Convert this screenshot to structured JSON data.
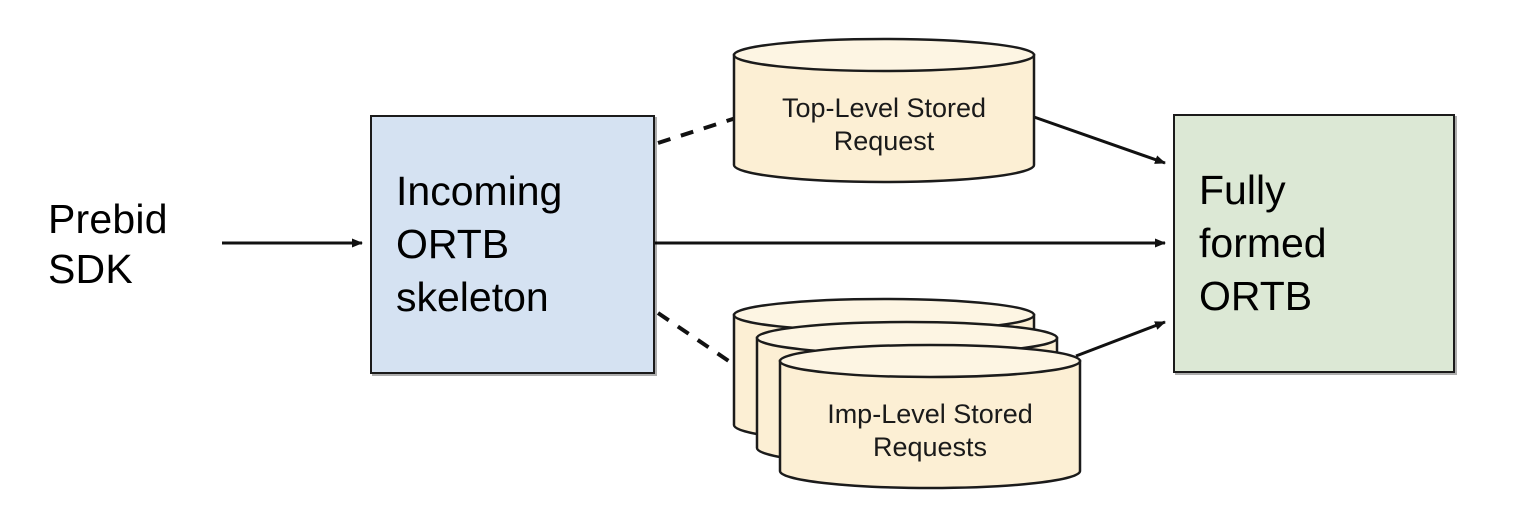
{
  "diagram": {
    "title": "Prebid SDK stored request merge flow",
    "background": "#ffffff",
    "colors": {
      "blue_fill": "#d5e2f2",
      "green_fill": "#dce8d5",
      "cream_fill": "#fcefd4",
      "stroke": "#1b1b1b",
      "text": "#000000"
    },
    "nodes": {
      "prebid_sdk": {
        "label": "Prebid\nSDK",
        "type": "text"
      },
      "incoming_ortb": {
        "label": "Incoming\nORTB\nskeleton",
        "type": "rectangle",
        "fill": "#d5e2f2"
      },
      "top_level_stored_request": {
        "label": "Top-Level Stored\nRequest",
        "type": "cylinder",
        "fill": "#fcefd4"
      },
      "imp_level_stored_requests": {
        "label": "Imp-Level Stored\nRequests",
        "type": "cylinder-stack",
        "fill": "#fcefd4",
        "stack_count": 3
      },
      "fully_formed_ortb": {
        "label": "Fully\nformed\nORTB",
        "type": "rectangle",
        "fill": "#dce8d5"
      }
    },
    "edges": [
      {
        "id": "sdk-to-incoming",
        "from": "prebid_sdk",
        "to": "incoming_ortb",
        "style": "solid",
        "arrow": "end",
        "label": ""
      },
      {
        "id": "incoming-to-toplevel",
        "from": "incoming_ortb",
        "to": "top_level_stored_request",
        "style": "dashed",
        "arrow": "none",
        "label": ""
      },
      {
        "id": "incoming-to-implevel",
        "from": "incoming_ortb",
        "to": "imp_level_stored_requests",
        "style": "dashed",
        "arrow": "none",
        "label": ""
      },
      {
        "id": "incoming-to-fully",
        "from": "incoming_ortb",
        "to": "fully_formed_ortb",
        "style": "solid",
        "arrow": "end",
        "label": ""
      },
      {
        "id": "toplevel-to-fully",
        "from": "top_level_stored_request",
        "to": "fully_formed_ortb",
        "style": "solid",
        "arrow": "end",
        "label": ""
      },
      {
        "id": "implevel-to-fully",
        "from": "imp_level_stored_requests",
        "to": "fully_formed_ortb",
        "style": "solid",
        "arrow": "end",
        "label": ""
      }
    ]
  }
}
